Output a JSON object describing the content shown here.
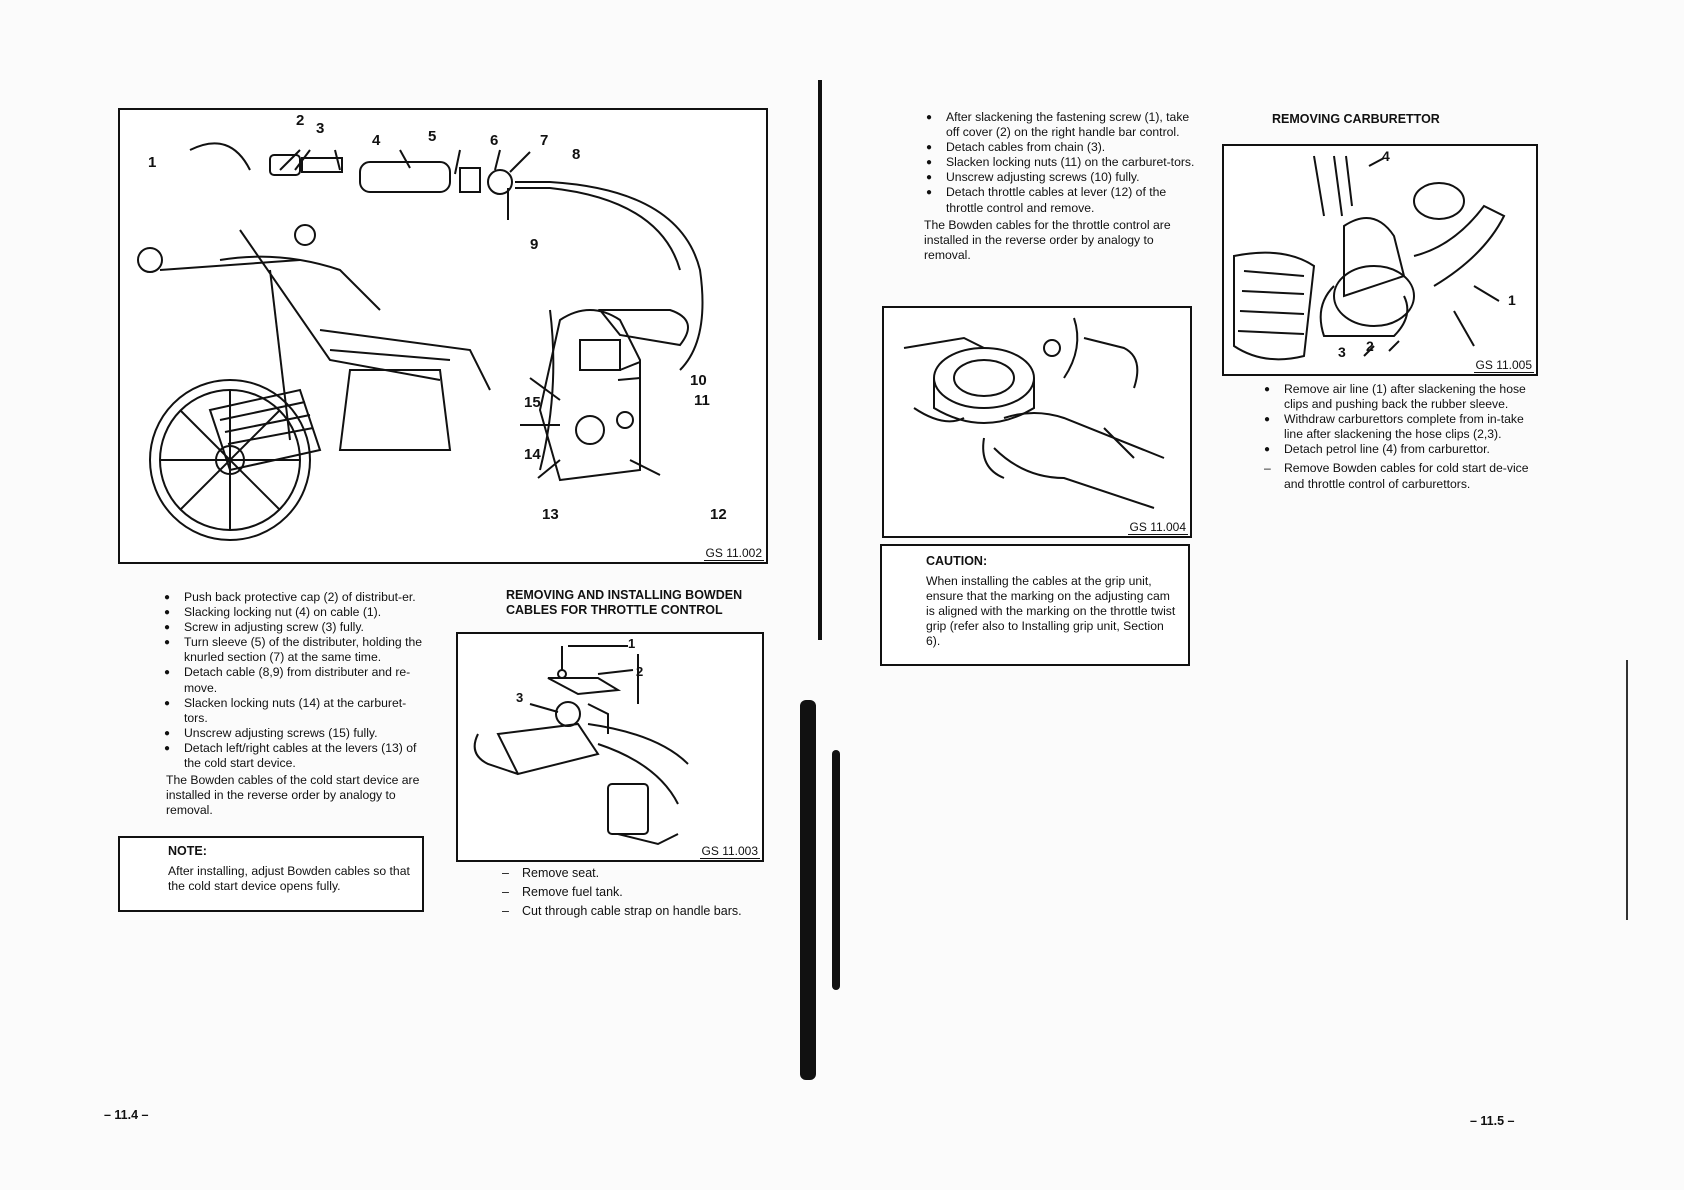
{
  "left_page": {
    "figure_main": {
      "caption": "GS 11.002",
      "callouts": [
        "1",
        "2",
        "3",
        "4",
        "5",
        "6",
        "7",
        "8",
        "9",
        "10",
        "11",
        "12",
        "13",
        "14",
        "15"
      ]
    },
    "steps": [
      "Push back protective cap (2) of distribut-er.",
      "Slacking locking nut (4) on cable (1).",
      "Screw in adjusting screw (3) fully.",
      "Turn sleeve (5) of the distributer, holding the knurled section (7) at the same time.",
      "Detach cable (8,9) from distributer and re-move.",
      "Slacken locking nuts (14) at the carburet-tors.",
      "Unscrew adjusting screws (15) fully.",
      "Detach left/right cables at the levers (13) of the cold start device."
    ],
    "paragraph": "The Bowden cables of the cold start device are installed in the reverse order by analogy to removal.",
    "note": {
      "title": "NOTE:",
      "text": "After installing, adjust Bowden cables so that the cold start device opens fully."
    },
    "section_heading_line1": "REMOVING AND INSTALLING BOWDEN",
    "section_heading_line2": "CABLES FOR THROTTLE CONTROL",
    "figure_throttle": {
      "caption": "GS 11.003",
      "callouts": [
        "1",
        "2",
        "3"
      ]
    },
    "dash_steps": [
      "Remove seat.",
      "Remove fuel tank.",
      "Cut through cable strap on handle bars."
    ],
    "page_number": "– 11.4 –"
  },
  "right_page": {
    "steps": [
      "After slackening the fastening screw (1), take off cover (2) on the right handle bar control.",
      "Detach cables from chain (3).",
      "Slacken locking nuts (11) on the carburet-tors.",
      "Unscrew adjusting screws (10) fully.",
      "Detach throttle cables at lever (12) of the throttle control and remove."
    ],
    "paragraph": "The Bowden cables for the throttle control are installed in the reverse order by analogy to removal.",
    "figure_grip": {
      "caption": "GS 11.004"
    },
    "caution": {
      "title": "CAUTION:",
      "text": "When installing the cables at the grip unit, ensure that the marking on the adjusting cam is aligned with the marking on the throttle twist grip (refer also to Installing grip unit, Section 6)."
    },
    "carb_heading": "REMOVING CARBURETTOR",
    "figure_carb": {
      "caption": "GS 11.005",
      "callouts": [
        "1",
        "2",
        "3",
        "4"
      ]
    },
    "carb_steps": [
      "Remove air line (1) after slackening the hose clips and pushing back the rubber sleeve.",
      "Withdraw carburettors complete from in-take line after slackening the hose clips (2,3).",
      "Detach petrol line (4) from carburettor."
    ],
    "carb_dash_step": "Remove Bowden cables for cold start de-vice and throttle control of carburettors.",
    "page_number": "– 11.5 –"
  }
}
